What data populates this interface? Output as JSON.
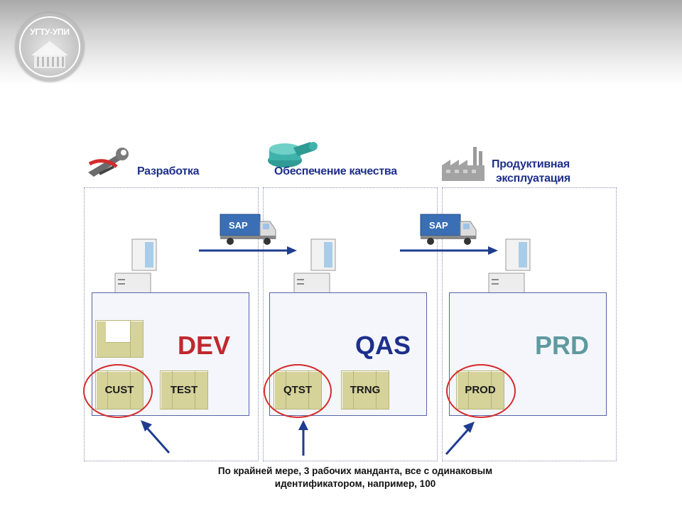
{
  "branding": {
    "logo_text": "УГТУ-УПИ",
    "icon": "university-building-icon"
  },
  "stages": [
    {
      "title": "Разработка",
      "icon": "wrench-pliers-icon"
    },
    {
      "title": "Обеспечение качества",
      "icon": "stamp-icon"
    },
    {
      "title": "Продуктивная эксплуатация",
      "title_line1": "Продуктивная",
      "title_line2": "эксплуатация",
      "icon": "factory-icon"
    }
  ],
  "transport": {
    "label": "SAP",
    "icon": "sap-truck-icon",
    "arrow_icon": "right-arrow-icon"
  },
  "systems": [
    {
      "name": "DEV",
      "color": "#c0282e",
      "clients": [
        "CUST",
        "TEST"
      ],
      "highlighted_client": "CUST"
    },
    {
      "name": "QAS",
      "color": "#1c2f8c",
      "clients": [
        "QTST",
        "TRNG"
      ],
      "highlighted_client": "QTST"
    },
    {
      "name": "PRD",
      "color": "#5e9a9f",
      "clients": [
        "PROD"
      ],
      "highlighted_client": "PROD"
    }
  ],
  "colors": {
    "highlight_circle": "#d52b2b",
    "arrow": "#1f3c8f",
    "client_fill": "#d5d29a"
  },
  "footnote": {
    "line1": "По крайней мере, 3 рабочих манданта, все с одинаковым",
    "line2": "идентификатором, например, 100"
  }
}
